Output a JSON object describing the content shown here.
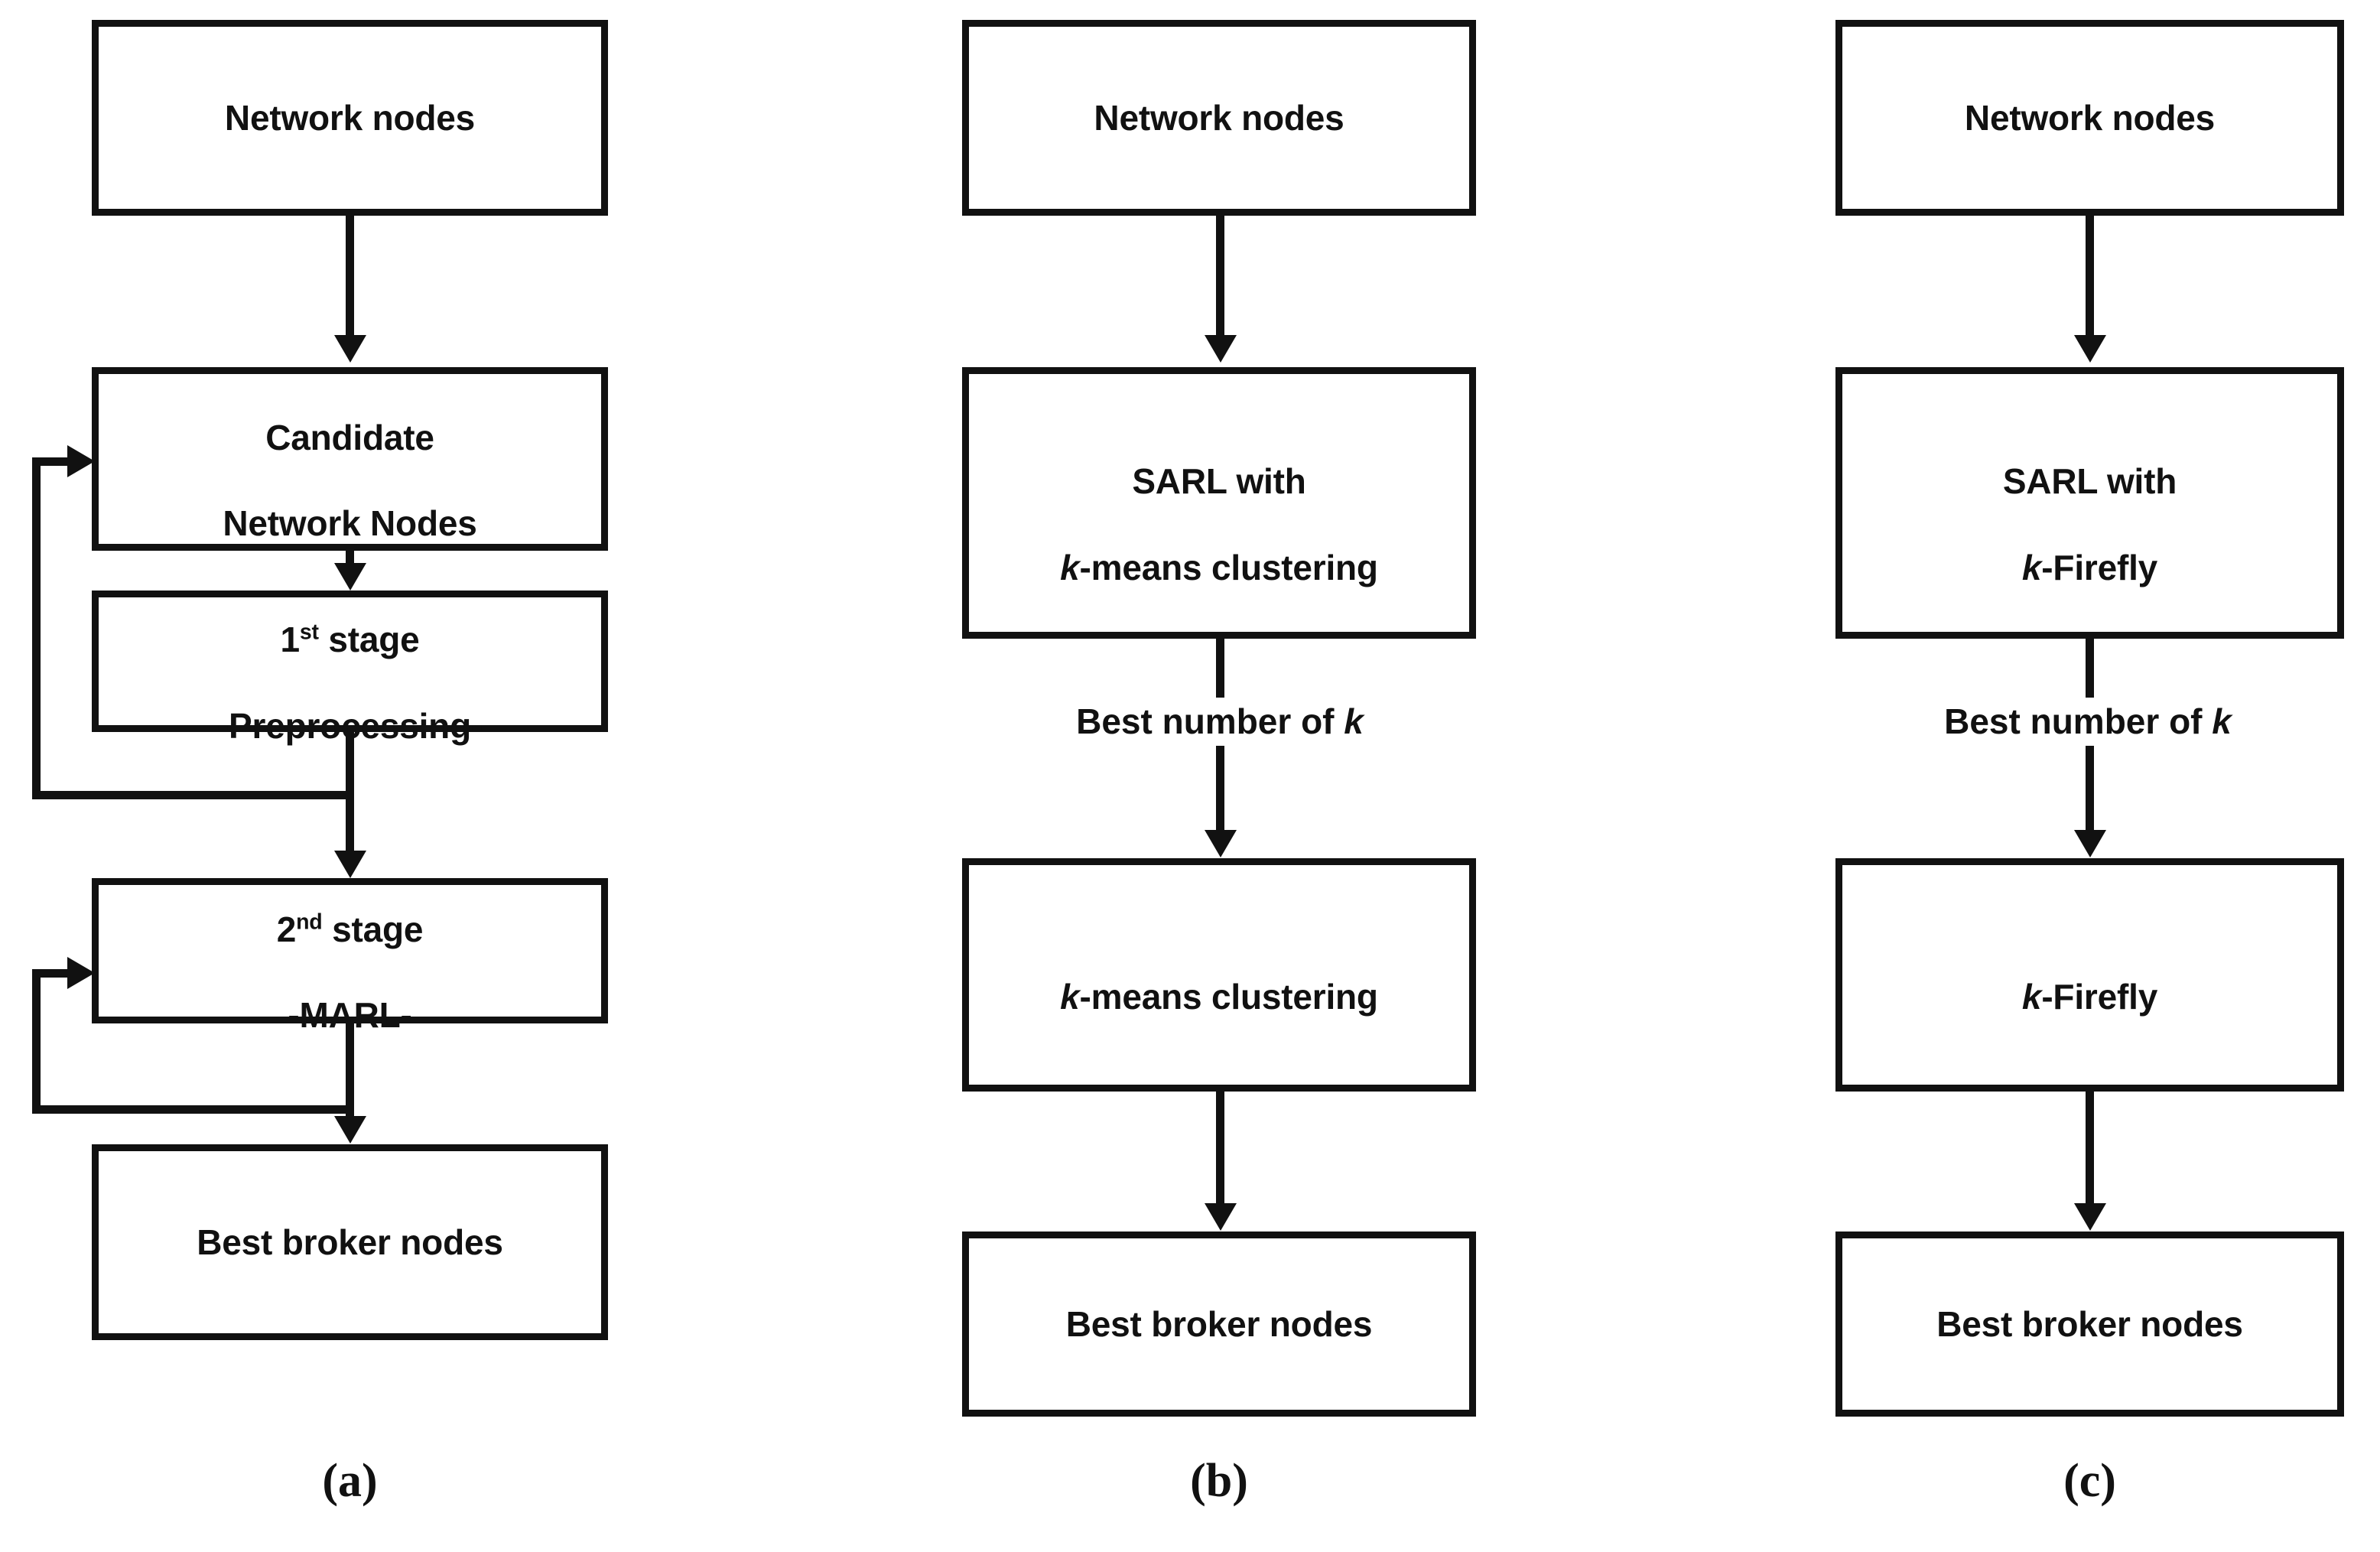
{
  "figure": {
    "type": "flowchart-comparison",
    "panel_count": 3,
    "line_color": "#111111",
    "background": "#ffffff"
  },
  "panels": [
    {
      "id": "a",
      "caption": "(a)",
      "boxes": [
        {
          "name": "network-nodes",
          "label": "Network nodes"
        },
        {
          "name": "candidate-network-nodes",
          "label": "Candidate\nNetwork Nodes"
        },
        {
          "name": "first-stage",
          "label_line1_pre": "1",
          "label_line1_sup": "st",
          "label_line1_post": " stage",
          "label_line2": "-Preprocessing-"
        },
        {
          "name": "second-stage",
          "label_line1_pre": "2",
          "label_line1_sup": "nd",
          "label_line1_post": " stage",
          "label_line2": "-MARL-"
        },
        {
          "name": "best-broker-nodes",
          "label": "Best broker nodes"
        }
      ],
      "edges": [
        {
          "from": "network-nodes",
          "to": "candidate-network-nodes",
          "label": ""
        },
        {
          "from": "candidate-network-nodes",
          "to": "first-stage",
          "label": ""
        },
        {
          "from": "first-stage",
          "to": "second-stage",
          "label": ""
        },
        {
          "from": "second-stage",
          "to": "best-broker-nodes",
          "label": ""
        },
        {
          "from": "first-stage",
          "to": "candidate-network-nodes",
          "label": "",
          "kind": "feedback-loop"
        },
        {
          "from": "second-stage",
          "to": "second-stage",
          "label": "",
          "kind": "feedback-loop"
        }
      ]
    },
    {
      "id": "b",
      "caption": "(b)",
      "boxes": [
        {
          "name": "network-nodes",
          "label": "Network nodes"
        },
        {
          "name": "sarl-with-kmeans",
          "label_line1": "SARL with",
          "label_line2_italic": "k",
          "label_line2_rest": "-means clustering"
        },
        {
          "name": "kmeans-clustering",
          "label_italic": "k",
          "label_rest": "-means clustering"
        },
        {
          "name": "best-broker-nodes",
          "label": "Best broker nodes"
        }
      ],
      "edges": [
        {
          "from": "network-nodes",
          "to": "sarl-with-kmeans",
          "label": ""
        },
        {
          "from": "sarl-with-kmeans",
          "to": "kmeans-clustering",
          "label_pre": "Best number of ",
          "label_italic": "k"
        },
        {
          "from": "kmeans-clustering",
          "to": "best-broker-nodes",
          "label": ""
        }
      ]
    },
    {
      "id": "c",
      "caption": "(c)",
      "boxes": [
        {
          "name": "network-nodes",
          "label": "Network nodes"
        },
        {
          "name": "sarl-with-kfirefly",
          "label_line1": "SARL with",
          "label_line2_italic": "k",
          "label_line2_rest": "-Firefly"
        },
        {
          "name": "k-firefly",
          "label_italic": "k",
          "label_rest": "-Firefly"
        },
        {
          "name": "best-broker-nodes",
          "label": "Best broker nodes"
        }
      ],
      "edges": [
        {
          "from": "network-nodes",
          "to": "sarl-with-kfirefly",
          "label": ""
        },
        {
          "from": "sarl-with-kfirefly",
          "to": "k-firefly",
          "label_pre": "Best number of ",
          "label_italic": "k"
        },
        {
          "from": "k-firefly",
          "to": "best-broker-nodes",
          "label": ""
        }
      ]
    }
  ],
  "text": {
    "network_nodes": "Network nodes",
    "candidate_network_nodes_line1": "Candidate",
    "candidate_network_nodes_line2": "Network Nodes",
    "stage1_num": "1",
    "stage1_sup": "st",
    "stage1_word": " stage",
    "stage1_sub": "-Preprocessing-",
    "stage2_num": "2",
    "stage2_sup": "nd",
    "stage2_word": " stage",
    "stage2_sub": "-MARL-",
    "best_broker_nodes": "Best broker nodes",
    "sarl_with": "SARL with",
    "k_italic": "k",
    "means_clustering_rest": "-means clustering",
    "firefly_rest": "-Firefly",
    "best_number_of": "Best number of ",
    "caption_a": "(a)",
    "caption_b": "(b)",
    "caption_c": "(c)"
  }
}
